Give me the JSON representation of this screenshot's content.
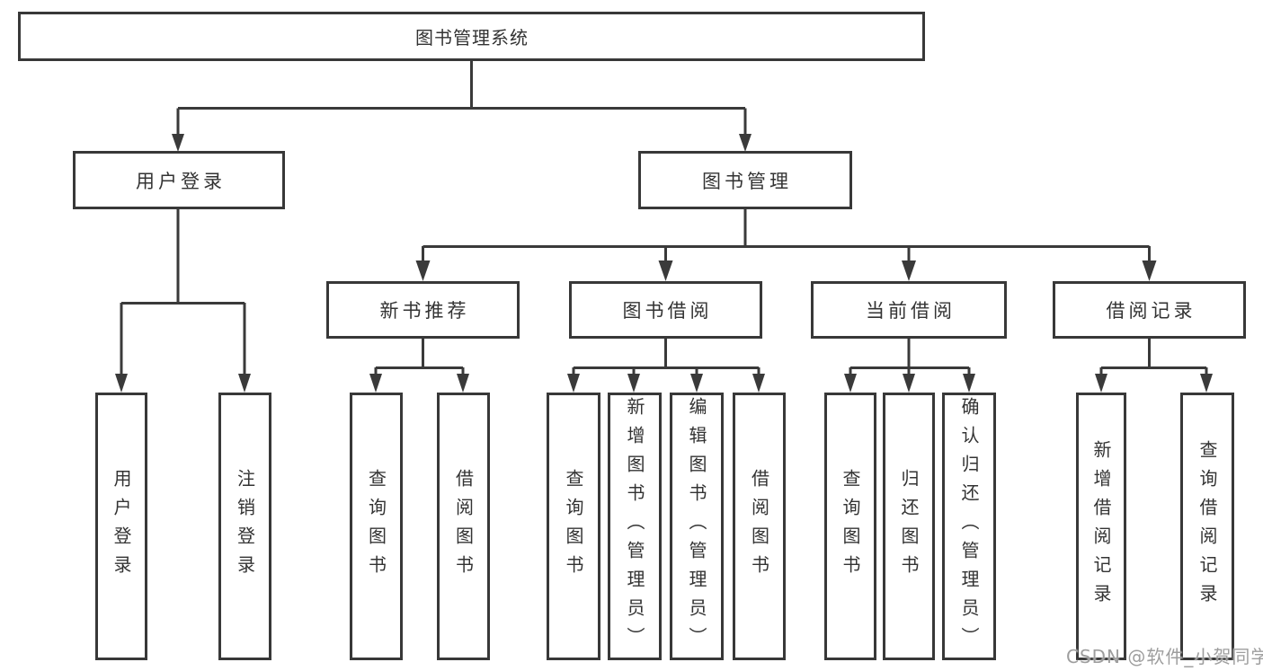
{
  "diagram_title": "图书管理系统",
  "tree": {
    "root": "图书管理系统",
    "branches": [
      {
        "label": "用户登录",
        "children": [
          "用户登录",
          "注销登录"
        ]
      },
      {
        "label": "图书管理",
        "groups": [
          {
            "label": "新书推荐",
            "children": [
              "查询图书",
              "借阅图书"
            ]
          },
          {
            "label": "图书借阅",
            "children": [
              "查询图书",
              "新增图书（管理员）",
              "编辑图书（管理员）",
              "借阅图书"
            ]
          },
          {
            "label": "当前借阅",
            "children": [
              "查询图书",
              "归还图书",
              "确认归还（管理员）"
            ]
          },
          {
            "label": "借阅记录",
            "children": [
              "新增借阅记录",
              "查询借阅记录"
            ]
          }
        ]
      }
    ]
  },
  "watermark": {
    "text": "CSDN @软件_小贺同学"
  },
  "colors": {
    "line": "#3a3a3a",
    "box_border": "#383838",
    "text": "#333333",
    "watermark": "#9e9e9e",
    "background": "#ffffff"
  }
}
